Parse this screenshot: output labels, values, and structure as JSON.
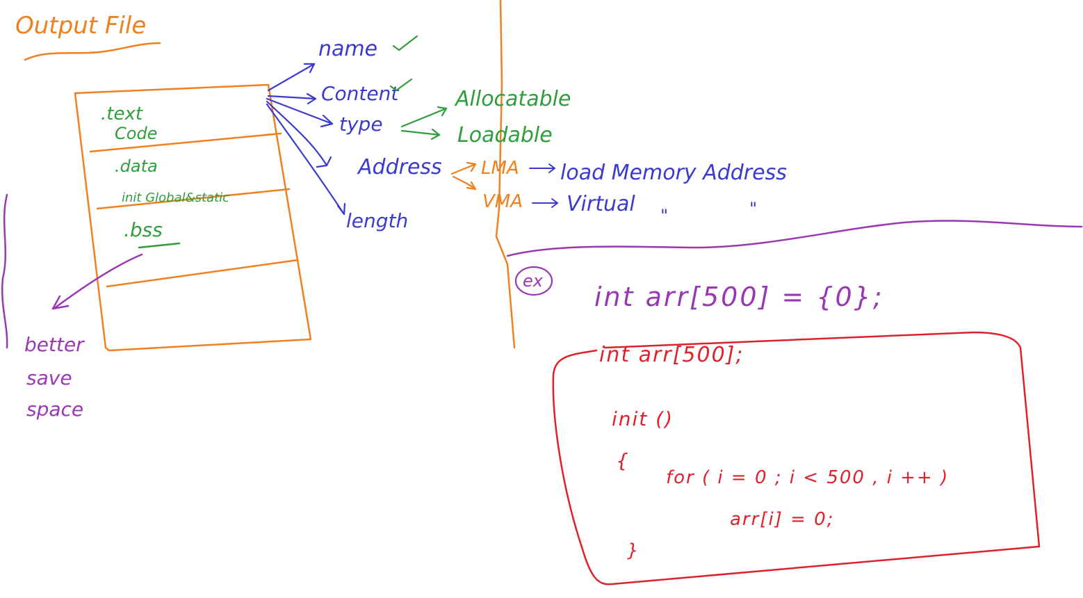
{
  "colors": {
    "orange": "#f07f1e",
    "blue": "#3a3ad0",
    "green": "#2e9e3c",
    "purple": "#9a38b4",
    "red": "#e0202a"
  },
  "title": "Output File",
  "sections": {
    "text_line1": ".text",
    "text_line2": "Code",
    "data_line1": ".data",
    "data_line2": "init Global&static",
    "bss": ".bss"
  },
  "bss_note": {
    "line1": "better",
    "line2": "save",
    "line3": "space"
  },
  "attributes": {
    "name": "name",
    "content": "Content",
    "type": "type",
    "address": "Address",
    "length": "length"
  },
  "type_values": {
    "allocatable": "Allocatable",
    "loadable": "Loadable"
  },
  "address_values": {
    "lma": "LMA",
    "lma_desc": "load Memory Address",
    "vma": "VMA",
    "vma_desc": "Virtual",
    "ditto1": "\"",
    "ditto2": "\""
  },
  "example": {
    "label": "ex",
    "statement": "int arr[500] = {0};",
    "code_line1": "int arr[500];",
    "code_line2": "init ()",
    "code_line3": "{",
    "code_line4": "for ( i = 0 ; i < 500 , i ++ )",
    "code_line5": "arr[i] = 0;",
    "code_line6": "}"
  }
}
